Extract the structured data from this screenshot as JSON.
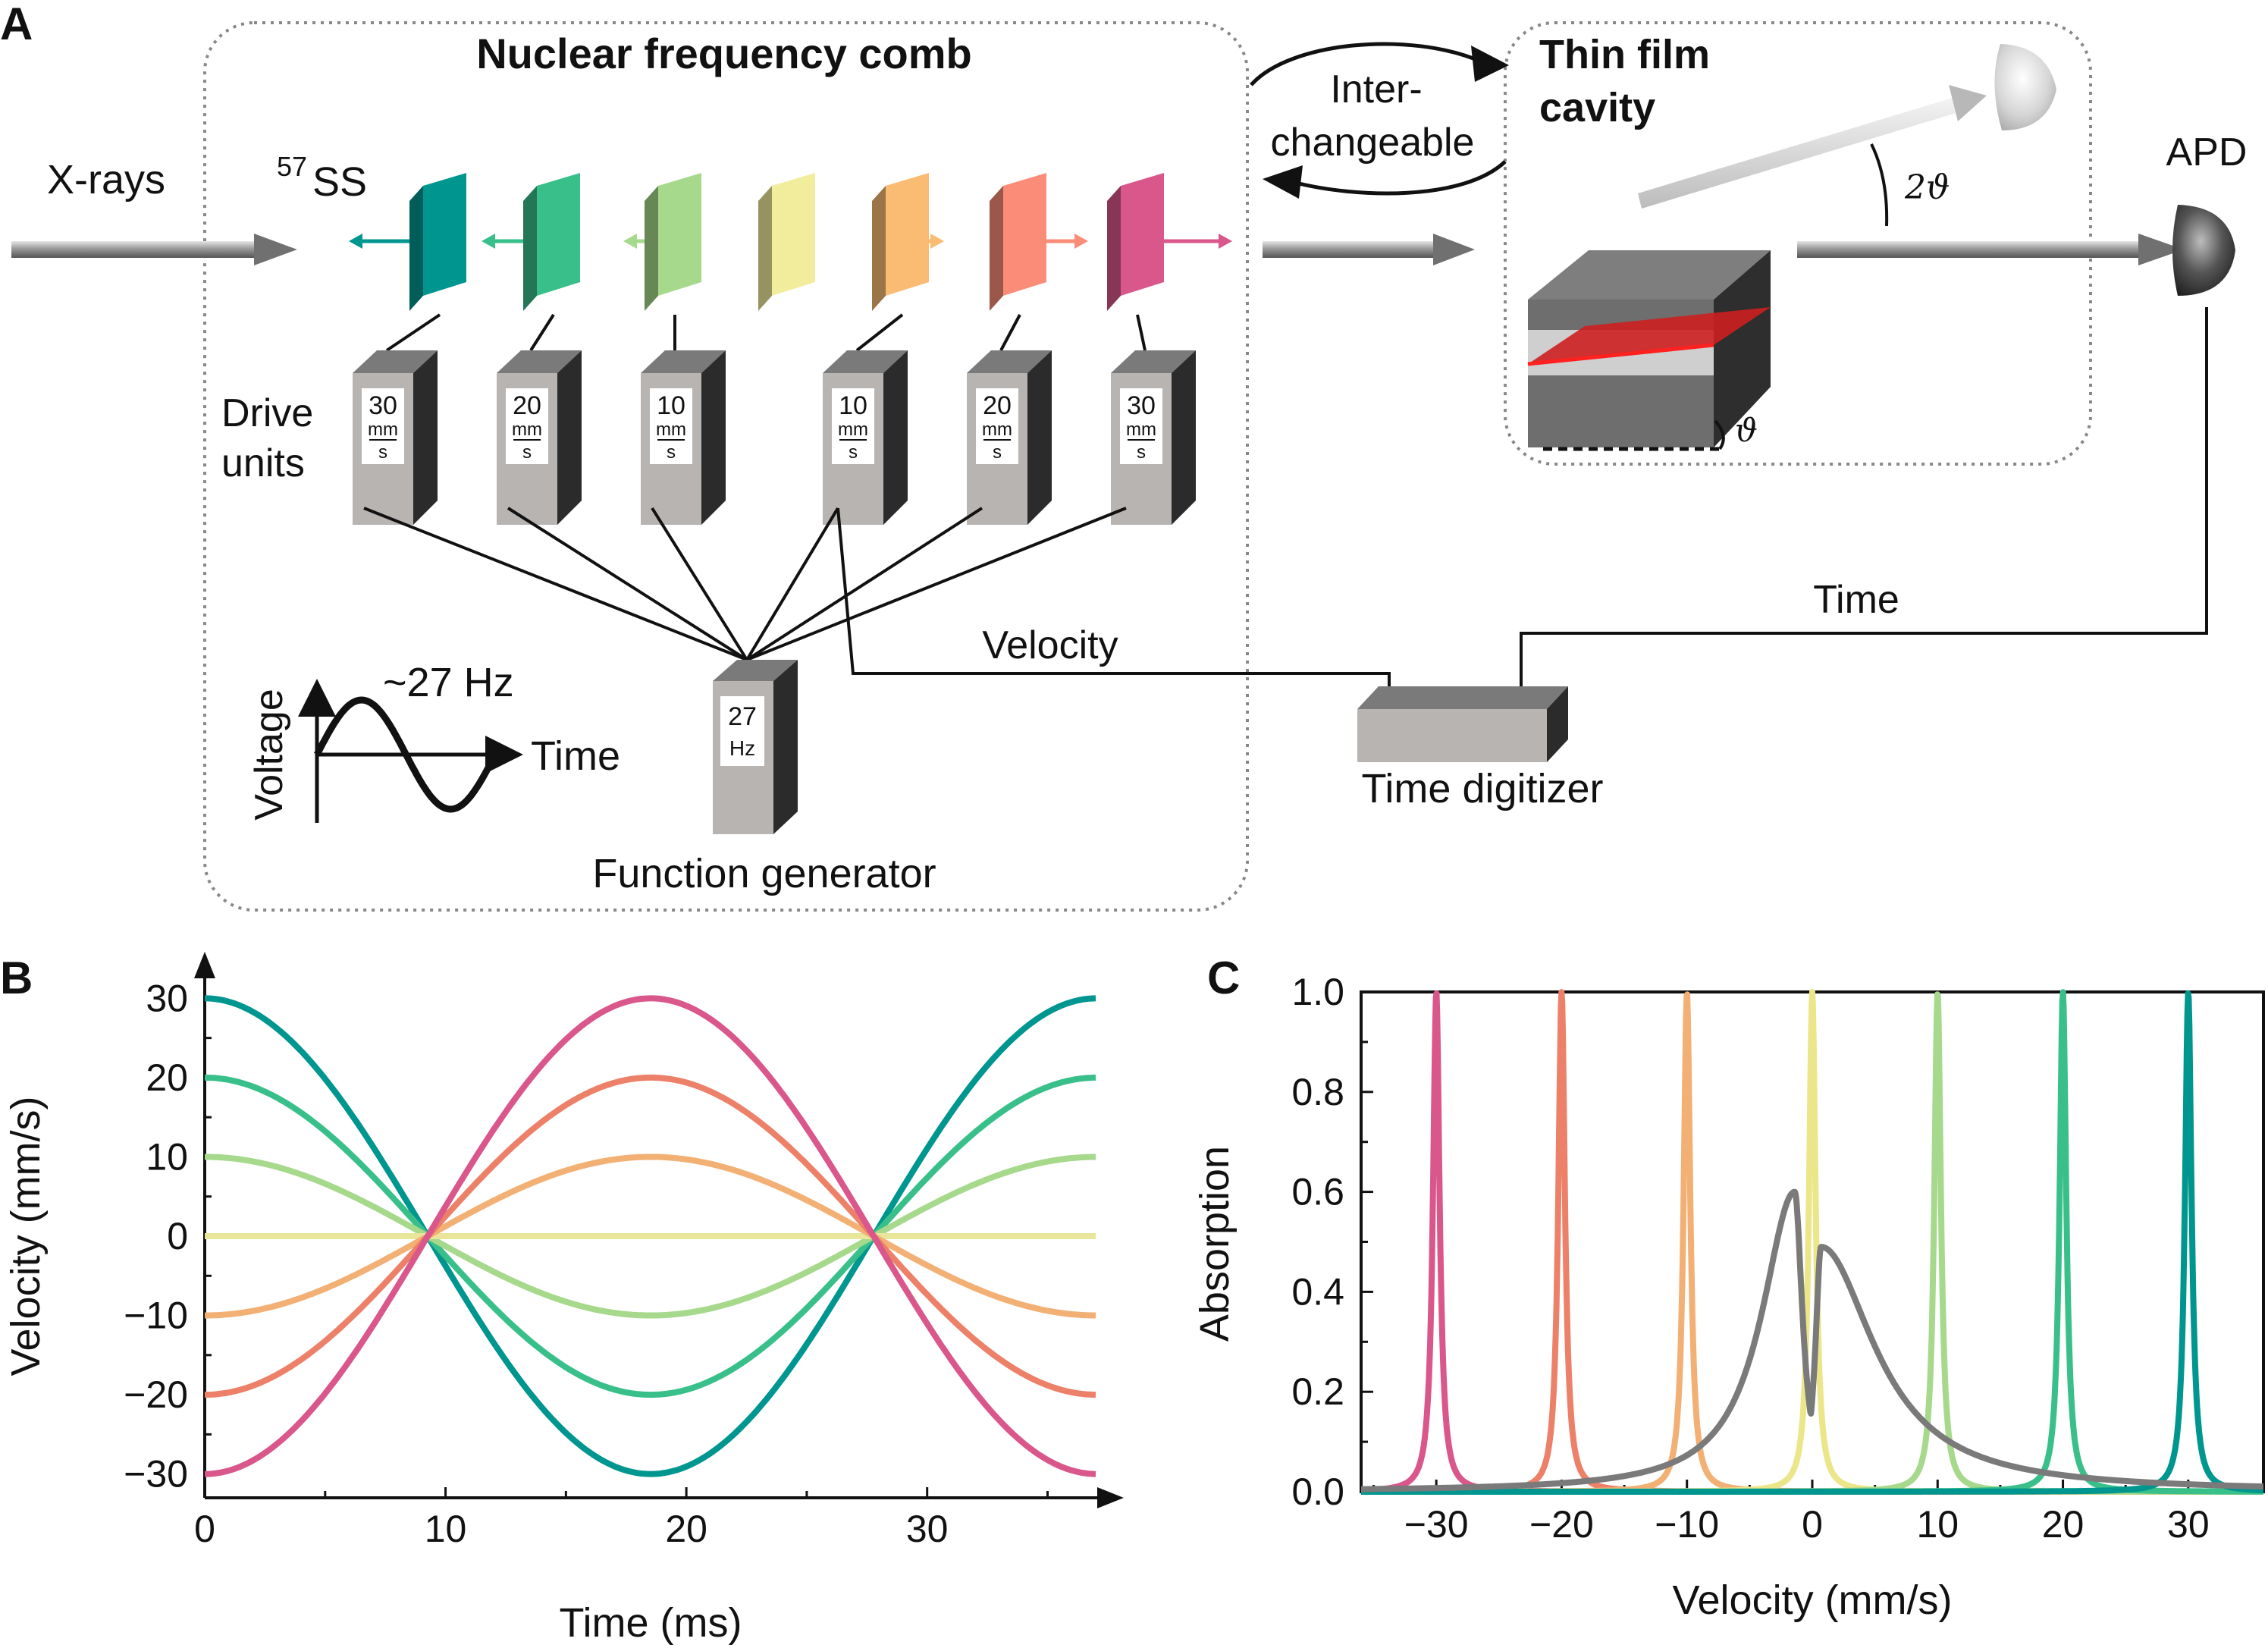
{
  "panel_letters": {
    "a": "A",
    "b": "B",
    "c": "C"
  },
  "panel_a": {
    "comb_title": "Nuclear frequency comb",
    "xrays": "X-rays",
    "ss_sup": "57",
    "ss": "SS",
    "drive_units": [
      "Drive",
      "units"
    ],
    "units": [
      {
        "v": "30",
        "u": "mm",
        "s": "s",
        "color": "#009690"
      },
      {
        "v": "20",
        "u": "mm",
        "s": "s",
        "color": "#39bf8a"
      },
      {
        "v": "10",
        "u": "mm",
        "s": "s",
        "color": "#a6d98c"
      },
      {
        "v": "10",
        "u": "mm",
        "s": "s",
        "color": "#fabb72"
      },
      {
        "v": "20",
        "u": "mm",
        "s": "s",
        "color": "#fa8c78"
      },
      {
        "v": "30",
        "u": "mm",
        "s": "s",
        "color": "#d9578a"
      }
    ],
    "center_foil_color": "#f2ed9c",
    "interchangeable": [
      "Inter-",
      "changeable"
    ],
    "cavity_title": [
      "Thin film",
      "cavity"
    ],
    "two_theta": "2ϑ",
    "theta": "ϑ",
    "apd": "APD",
    "time_label": "Time",
    "velocity_label": "Velocity",
    "time_digitizer": "Time digitizer",
    "function_generator": "Function generator",
    "fg_box": [
      "27",
      "Hz"
    ],
    "inset": {
      "ylabel": "Voltage",
      "freq": "~27 Hz",
      "xlabel": "Time"
    }
  },
  "chart_data": [
    {
      "type": "line",
      "panel": "B",
      "xlabel": "Time (ms)",
      "ylabel": "Velocity (mm/s)",
      "xlim": [
        0,
        37
      ],
      "ylim": [
        -33,
        33
      ],
      "xticks": [
        "0",
        "10",
        "20",
        "30"
      ],
      "yticks": [
        "30",
        "20",
        "10",
        "0",
        "-10",
        "-20",
        "-30"
      ],
      "frequency_hz": 27,
      "series": [
        {
          "amplitude": 30,
          "color": "#009690"
        },
        {
          "amplitude": 20,
          "color": "#39bf8a"
        },
        {
          "amplitude": 10,
          "color": "#a6d98c"
        },
        {
          "amplitude": 0,
          "color": "#e8e69a"
        },
        {
          "amplitude": -10,
          "color": "#f2b074"
        },
        {
          "amplitude": -20,
          "color": "#ec8068"
        },
        {
          "amplitude": -30,
          "color": "#d9578a"
        }
      ]
    },
    {
      "type": "line",
      "panel": "C",
      "xlabel": "Velocity (mm/s)",
      "ylabel": "Absorption",
      "xlim": [
        -36,
        36
      ],
      "ylim": [
        0,
        1
      ],
      "xticks": [
        "−30",
        "−20",
        "−10",
        "0",
        "10",
        "20",
        "30"
      ],
      "yticks": [
        "1.0",
        "0.8",
        "0.6",
        "0.4",
        "0.2",
        "0.0"
      ],
      "series": [
        {
          "center": -30,
          "peak": 1.0,
          "color": "#d9578a"
        },
        {
          "center": -20,
          "peak": 1.0,
          "color": "#ec8068"
        },
        {
          "center": -10,
          "peak": 1.0,
          "color": "#f2b074"
        },
        {
          "center": 0,
          "peak": 1.0,
          "color": "#ece68a"
        },
        {
          "center": 10,
          "peak": 1.0,
          "color": "#a6d98c"
        },
        {
          "center": 20,
          "peak": 1.0,
          "color": "#39bf8a"
        },
        {
          "center": 30,
          "peak": 1.0,
          "color": "#009690"
        },
        {
          "profile": "broad doublet",
          "peaks": [
            [
              -1.4,
              0.6
            ],
            [
              0.7,
              0.49
            ]
          ],
          "color": "#7a7a7a"
        }
      ]
    }
  ]
}
